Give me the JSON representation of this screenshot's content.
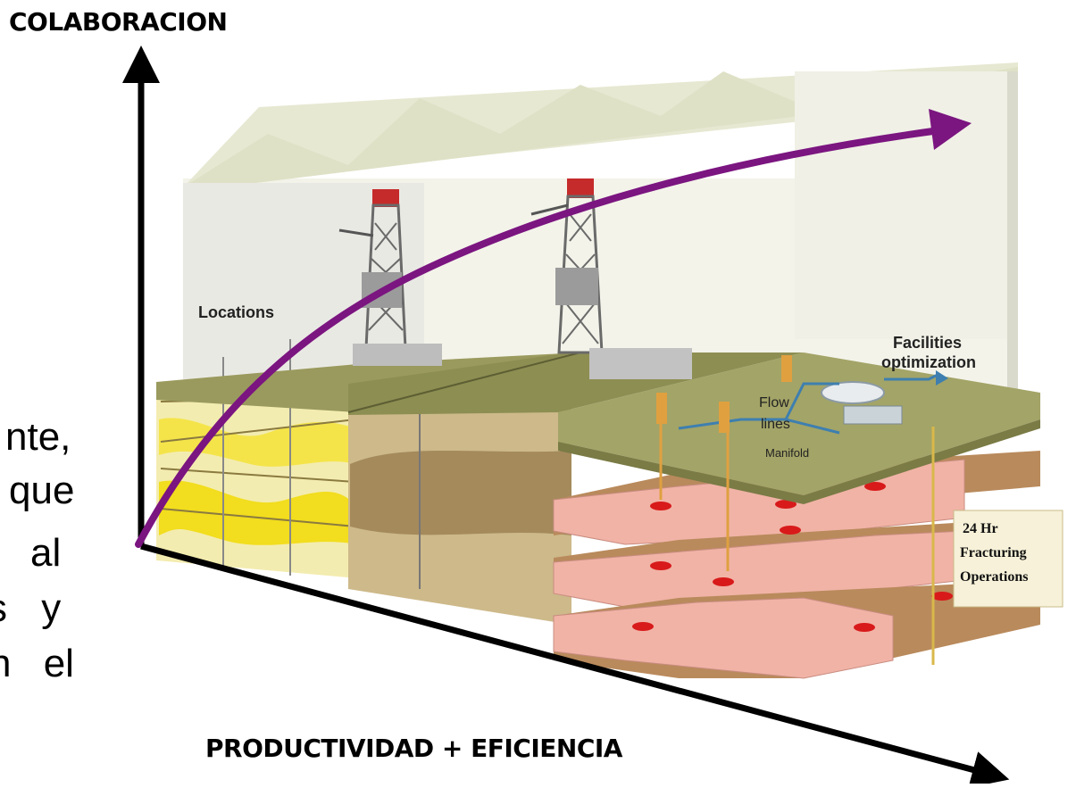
{
  "axes": {
    "y_title": "COLABORACION",
    "x_title": "PRODUCTIVIDAD + EFICIENCIA"
  },
  "cropped_text": [
    "nte,",
    "que",
    "al",
    "s y",
    "n el"
  ],
  "labels": {
    "locations": "Locations",
    "facilities_line1": "Facilities",
    "facilities_line2": "optimization",
    "flow_line1": "Flow",
    "flow_line2": "lines",
    "manifold": "Manifold",
    "hr_line1": "24 Hr",
    "hr_line2": "Fracturing",
    "hr_line3": "Operations"
  },
  "colors": {
    "curve": "#7b1580",
    "ground": "#9a9a5e",
    "pink_layer": "#f1b3a6",
    "brown_layer": "#b98a5c",
    "yellow_seismic": "#f4e44a",
    "structure_bg": "#e6e6d2"
  }
}
